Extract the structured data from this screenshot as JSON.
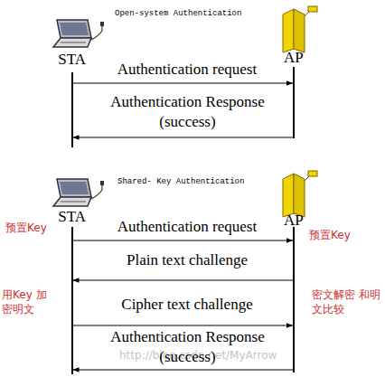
{
  "diagram": {
    "nodes": [
      {
        "text": [
          "STA"
        ]
      },
      {
        "text": [
          "AP"
        ]
      },
      {
        "text": [
          "STA"
        ]
      },
      {
        "text": [
          "AP"
        ]
      }
    ],
    "edges": [
      {
        "from": 0,
        "to": 1,
        "label": "Authentication request",
        "arrow": "to"
      },
      {
        "from": 1,
        "to": 0,
        "label": "Authentication Response (success)",
        "arrow": "to"
      },
      {
        "from": 2,
        "to": 3,
        "label": "Authentication request",
        "arrow": "to"
      },
      {
        "from": 3,
        "to": 2,
        "label": "Plain text challenge",
        "arrow": "to"
      },
      {
        "from": 2,
        "to": 3,
        "label": "Cipher text challenge",
        "arrow": "to"
      },
      {
        "from": 3,
        "to": 2,
        "label": "Authentication Response (success)",
        "arrow": "to"
      }
    ],
    "labels": [
      "Open-system Authentication",
      "Shared- Key Authentication",
      "预置Key",
      "预置Key",
      "用Key 加密明文",
      "密文解密 和明文比较",
      "http://blog.csdn.net/MyArrow"
    ]
  }
}
